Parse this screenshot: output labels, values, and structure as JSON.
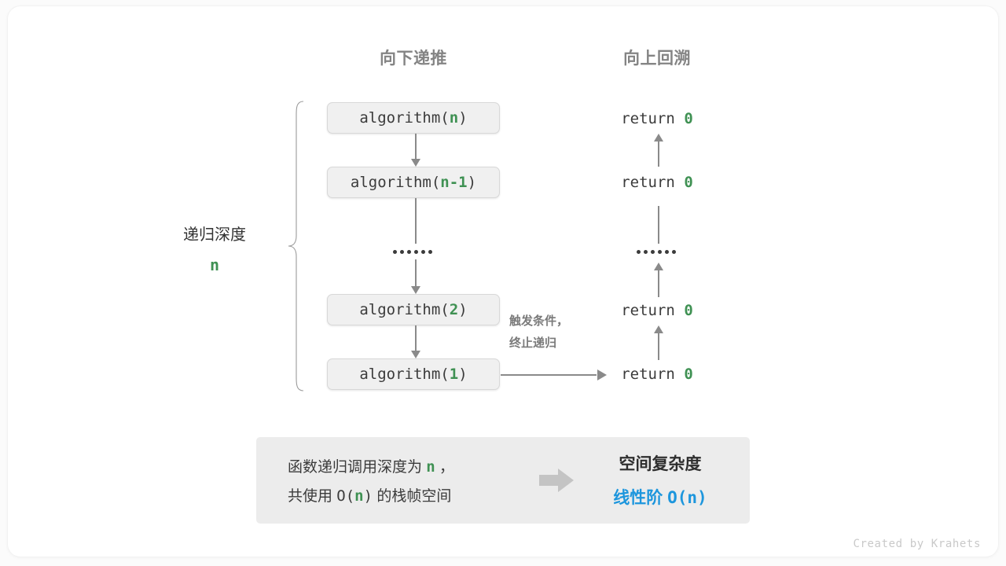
{
  "diagram": {
    "headers": {
      "down": "向下递推",
      "up": "向上回溯"
    },
    "depth": {
      "title": "递归深度",
      "value": "n"
    },
    "call_stack": [
      {
        "prefix": "algorithm(",
        "arg": "n",
        "suffix": ")"
      },
      {
        "prefix": "algorithm(",
        "arg": "n-1",
        "suffix": ")"
      },
      {
        "prefix": "algorithm(",
        "arg": "2",
        "suffix": ")"
      },
      {
        "prefix": "algorithm(",
        "arg": "1",
        "suffix": ")"
      }
    ],
    "ellipsis": "••••••",
    "returns": [
      {
        "keyword": "return",
        "value": "0"
      },
      {
        "keyword": "return",
        "value": "0"
      },
      {
        "keyword": "return",
        "value": "0"
      },
      {
        "keyword": "return",
        "value": "0"
      }
    ],
    "trigger_label": {
      "line1": "触发条件，",
      "line2": "终止递归"
    },
    "summary": {
      "line1_pre": "函数递归调用深度为 ",
      "line1_var": "n",
      "line1_post": " ，",
      "line2_pre": "共使用 ",
      "line2_mono_open": "O(",
      "line2_var": "n",
      "line2_mono_close": ")",
      "line2_post": " 的栈帧空间",
      "result_title": "空间复杂度",
      "result_value_text": "线性阶 ",
      "result_value_mono": "O(n)"
    },
    "credit": "Created by Krahets"
  },
  "colors": {
    "green": "#3f9153",
    "blue": "#1d96dd",
    "arrow_gray": "#8a8a8a",
    "box_fill": "#f0f0f0",
    "panel_fill": "#ececec",
    "header_gray": "#848484"
  }
}
